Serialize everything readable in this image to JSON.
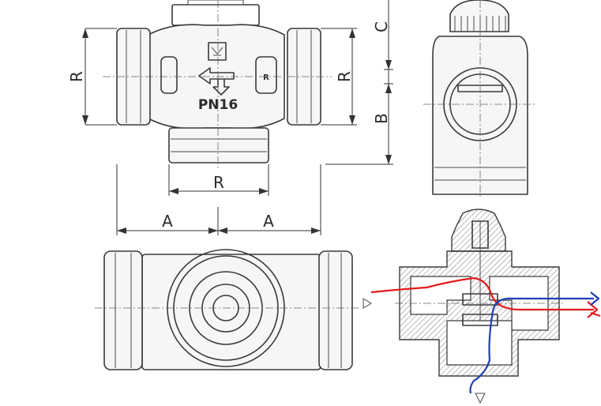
{
  "dimensions": {
    "top_left_r": "R",
    "top_right_r": "R",
    "bottom_r": "R",
    "c": "C",
    "b": "B",
    "a_left": "A",
    "a_right": "A"
  },
  "body_marks": {
    "pressure": "PN16",
    "port_letter": "R"
  },
  "colors": {
    "outline": "#3a3a3a",
    "red_path": "#e41a1c",
    "blue_path": "#1f3fb4"
  }
}
